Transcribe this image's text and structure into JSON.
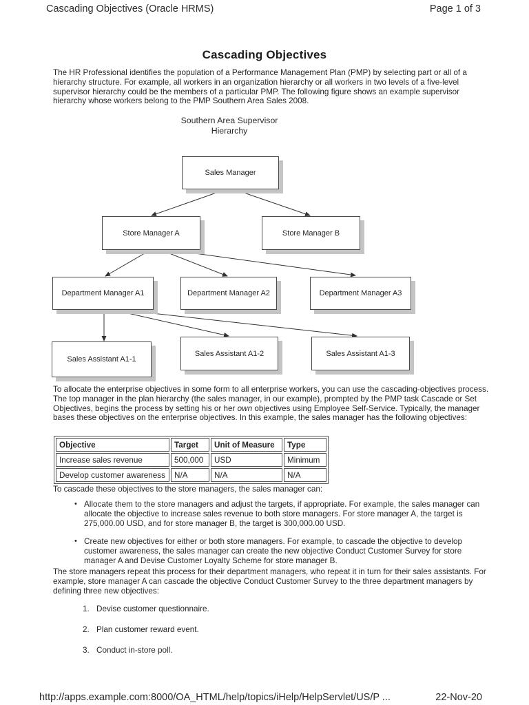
{
  "header": {
    "left": "Cascading Objectives (Oracle HRMS)",
    "right": "Page 1 of 3"
  },
  "doc": {
    "title": "Cascading Objectives",
    "intro": "The HR Professional identifies the population of a Performance Management Plan (PMP) by selecting part or all of a hierarchy structure. For example, all workers in an organization hierarchy or all workers in two levels of a five-level supervisor hierarchy could be the members of a particular PMP. The following figure shows an example supervisor hierarchy whose workers belong to the PMP Southern Area Sales 2008.",
    "diagram": {
      "caption_line1": "Southern Area Supervisor",
      "caption_line2": "Hierarchy",
      "nodes": {
        "sales_manager": "Sales Manager",
        "store_manager_a": "Store Manager A",
        "store_manager_b": "Store Manager B",
        "dept_manager_a1": "Department Manager A1",
        "dept_manager_a2": "Department Manager A2",
        "dept_manager_a3": "Department Manager A3",
        "sales_assistant_a1_1": "Sales Assistant A1-1",
        "sales_assistant_a1_2": "Sales Assistant A1-2",
        "sales_assistant_a1_3": "Sales Assistant A1-3"
      }
    },
    "allocate": {
      "part1": "To allocate the enterprise objectives in some form to all enterprise workers, you can use the cascading-objectives process. The top manager in the plan hierarchy (the sales manager, in our example), prompted by the PMP task Cascade or Set Objectives, begins the process by setting his or her ",
      "italic": "own",
      "part2": " objectives using Employee Self-Service. Typically, the manager bases these objectives on the enterprise objectives. In this example, the sales manager has the following objectives:"
    },
    "table": {
      "headers": [
        "Objective",
        "Target",
        "Unit of Measure",
        "Type"
      ],
      "rows": [
        [
          "Increase sales revenue",
          "500,000",
          "USD",
          "Minimum"
        ],
        [
          "Develop customer awareness",
          "N/A",
          "N/A",
          "N/A"
        ]
      ]
    },
    "cascade_intro": "To cascade these objectives to the store managers, the sales manager can:",
    "bullet_marker": "•",
    "bullets": [
      "Allocate them to the store managers and adjust the targets, if appropriate. For example, the sales manager can allocate the objective to increase sales revenue to both store managers. For store manager A, the target is 275,000.00 USD, and for store manager B, the target is 300,000.00 USD.",
      "Create new objectives for either or both store managers. For example, to cascade the objective to develop customer awareness, the sales manager can create the new objective Conduct Customer Survey for store manager A and Devise Customer Loyalty Scheme for store manager B."
    ],
    "repeat_para": "The store managers repeat this process for their department managers, who repeat it in turn for their sales assistants. For example, store manager A can cascade the objective Conduct Customer Survey to the three department managers by defining three new objectives:",
    "numbered_markers": [
      "1.",
      "2.",
      "3."
    ],
    "numbered": [
      "Devise customer questionnaire.",
      "Plan customer reward event.",
      "Conduct in-store poll."
    ]
  },
  "footer": {
    "url": "http://apps.example.com:8000/OA_HTML/help/topics/iHelp/HelpServlet/US/P ...",
    "date": "22-Nov-20"
  }
}
